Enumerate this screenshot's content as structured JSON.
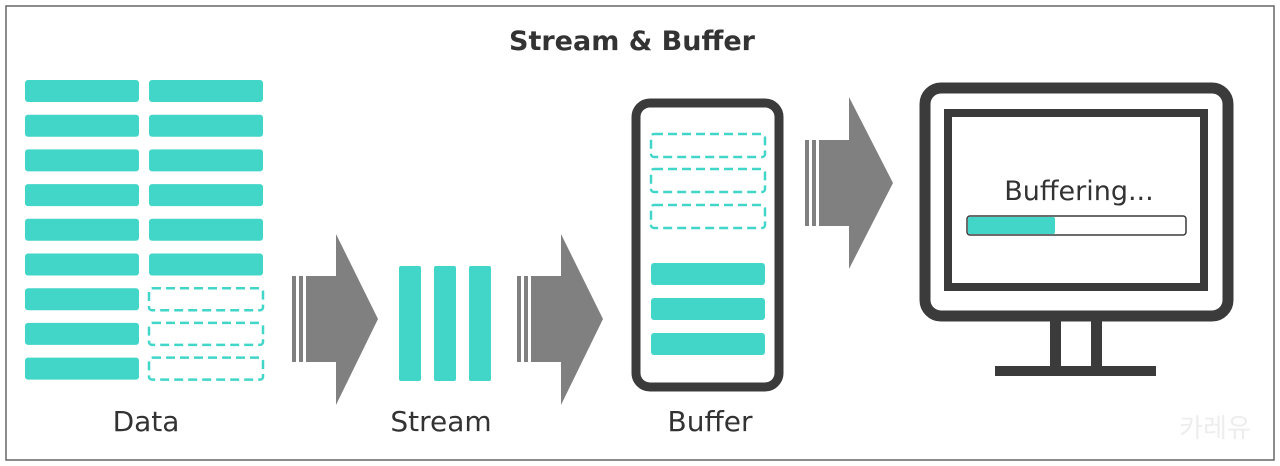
{
  "title": "Stream & Buffer",
  "labels": {
    "data": "Data",
    "stream": "Stream",
    "buffer": "Buffer"
  },
  "screen": {
    "status_text": "Buffering...",
    "progress_fraction": 0.4
  },
  "watermark": "카레유",
  "colors": {
    "accent": "#41d6c8",
    "dark": "#3b3b3b",
    "arrow": "#808080",
    "frame": "#666666"
  },
  "data_blocks": {
    "rows": 9,
    "left_column_filled": [
      true,
      true,
      true,
      true,
      true,
      true,
      true,
      true,
      true
    ],
    "right_column_filled": [
      true,
      true,
      true,
      true,
      true,
      true,
      false,
      false,
      false
    ]
  },
  "stream_blocks": 3,
  "buffer_blocks": {
    "empty": 3,
    "filled": 3
  }
}
